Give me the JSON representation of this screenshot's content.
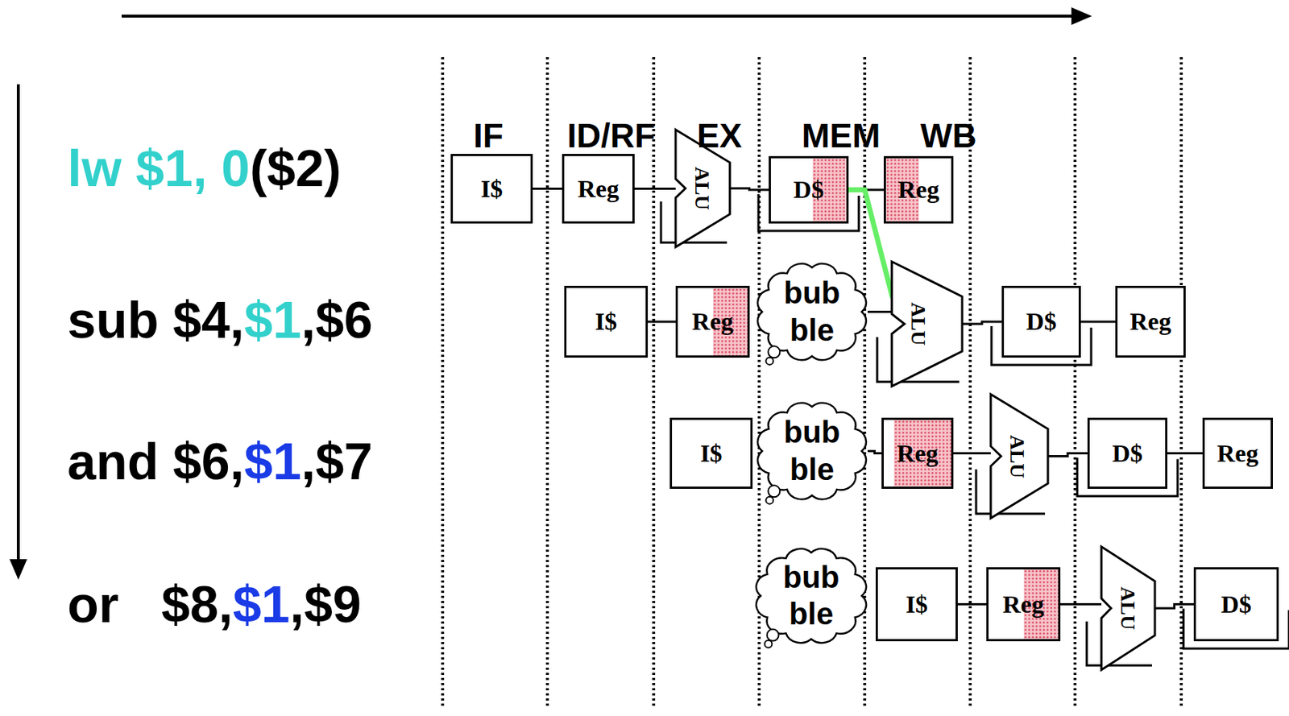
{
  "diagram": {
    "nodes": [
      {
        "text": [
          "I$"
        ]
      },
      {
        "text": [
          "Reg"
        ]
      },
      {
        "text": [
          "ALU"
        ]
      },
      {
        "text": [
          "D$"
        ]
      },
      {
        "text": [
          "Reg"
        ]
      },
      {
        "text": [
          "I$"
        ]
      },
      {
        "text": [
          "Reg"
        ]
      },
      {
        "text": [
          "bub ble"
        ]
      },
      {
        "text": [
          "ALU"
        ]
      },
      {
        "text": [
          "D$"
        ]
      },
      {
        "text": [
          "Reg"
        ]
      },
      {
        "text": [
          "I$"
        ]
      },
      {
        "text": [
          "bub ble"
        ]
      },
      {
        "text": [
          "Reg"
        ]
      },
      {
        "text": [
          "ALU"
        ]
      },
      {
        "text": [
          "D$"
        ]
      },
      {
        "text": [
          "Reg"
        ]
      },
      {
        "text": [
          "bub ble"
        ]
      },
      {
        "text": [
          "I$"
        ]
      },
      {
        "text": [
          "Reg"
        ]
      },
      {
        "text": [
          "ALU"
        ]
      },
      {
        "text": [
          "D$"
        ]
      }
    ],
    "edges": [
      {
        "from": 0,
        "to": 1,
        "arrow": "none"
      },
      {
        "from": 1,
        "to": 2,
        "arrow": "none"
      },
      {
        "from": 2,
        "to": 3,
        "arrow": "none"
      },
      {
        "from": 3,
        "to": 4,
        "arrow": "none"
      },
      {
        "from": 5,
        "to": 6,
        "arrow": "none"
      },
      {
        "from": 7,
        "to": 8,
        "arrow": "none"
      },
      {
        "from": 8,
        "to": 9,
        "arrow": "none"
      },
      {
        "from": 9,
        "to": 10,
        "arrow": "none"
      },
      {
        "from": 12,
        "to": 13,
        "arrow": "none"
      },
      {
        "from": 13,
        "to": 14,
        "arrow": "none"
      },
      {
        "from": 14,
        "to": 15,
        "arrow": "none"
      },
      {
        "from": 15,
        "to": 16,
        "arrow": "none"
      },
      {
        "from": 18,
        "to": 19,
        "arrow": "none"
      },
      {
        "from": 19,
        "to": 20,
        "arrow": "none"
      },
      {
        "from": 20,
        "to": 21,
        "arrow": "none"
      },
      {
        "from": 3,
        "to": 8,
        "arrow": "none"
      }
    ],
    "labels": [
      "IF",
      "ID/RF",
      "EX",
      "MEM",
      "WB",
      "lw $1, 0",
      "($2)",
      "sub $4,",
      "$1",
      ",$6",
      "and $6,",
      "$1",
      ",$7",
      "or   $8,",
      "$1",
      ",$9"
    ]
  }
}
